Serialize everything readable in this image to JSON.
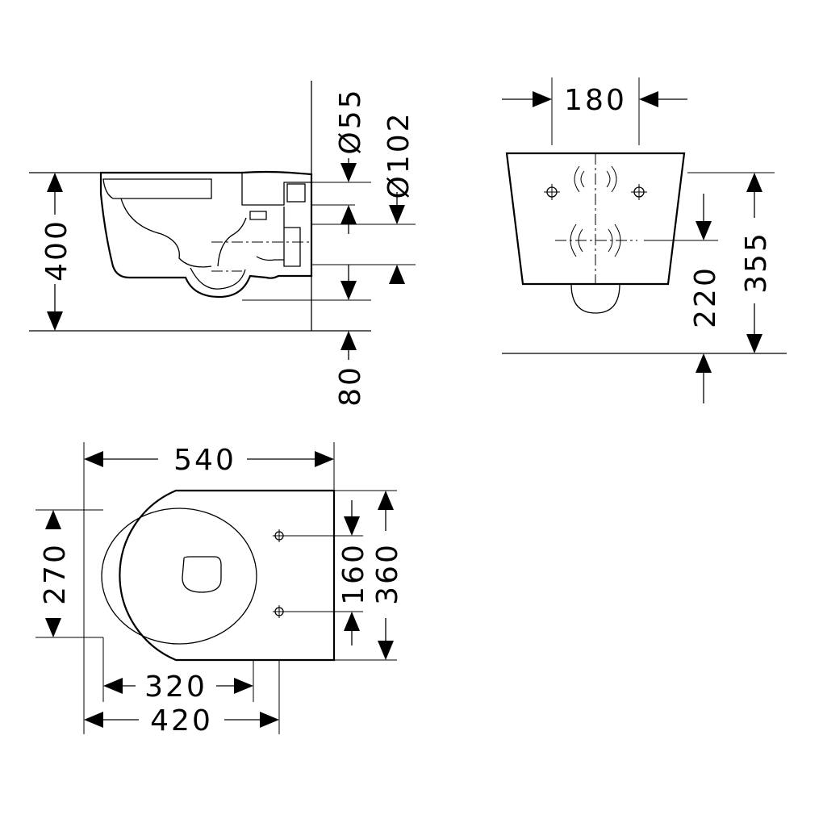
{
  "side_view": {
    "height_400": "400",
    "dia_55": "Ø55",
    "dia_102": "Ø102",
    "offset_80": "80"
  },
  "rear_view": {
    "width_180": "180",
    "height_220": "220",
    "height_355": "355"
  },
  "top_view": {
    "length_540": "540",
    "width_270": "270",
    "length_320": "320",
    "length_420": "420",
    "spacing_160": "160",
    "width_360": "360"
  }
}
